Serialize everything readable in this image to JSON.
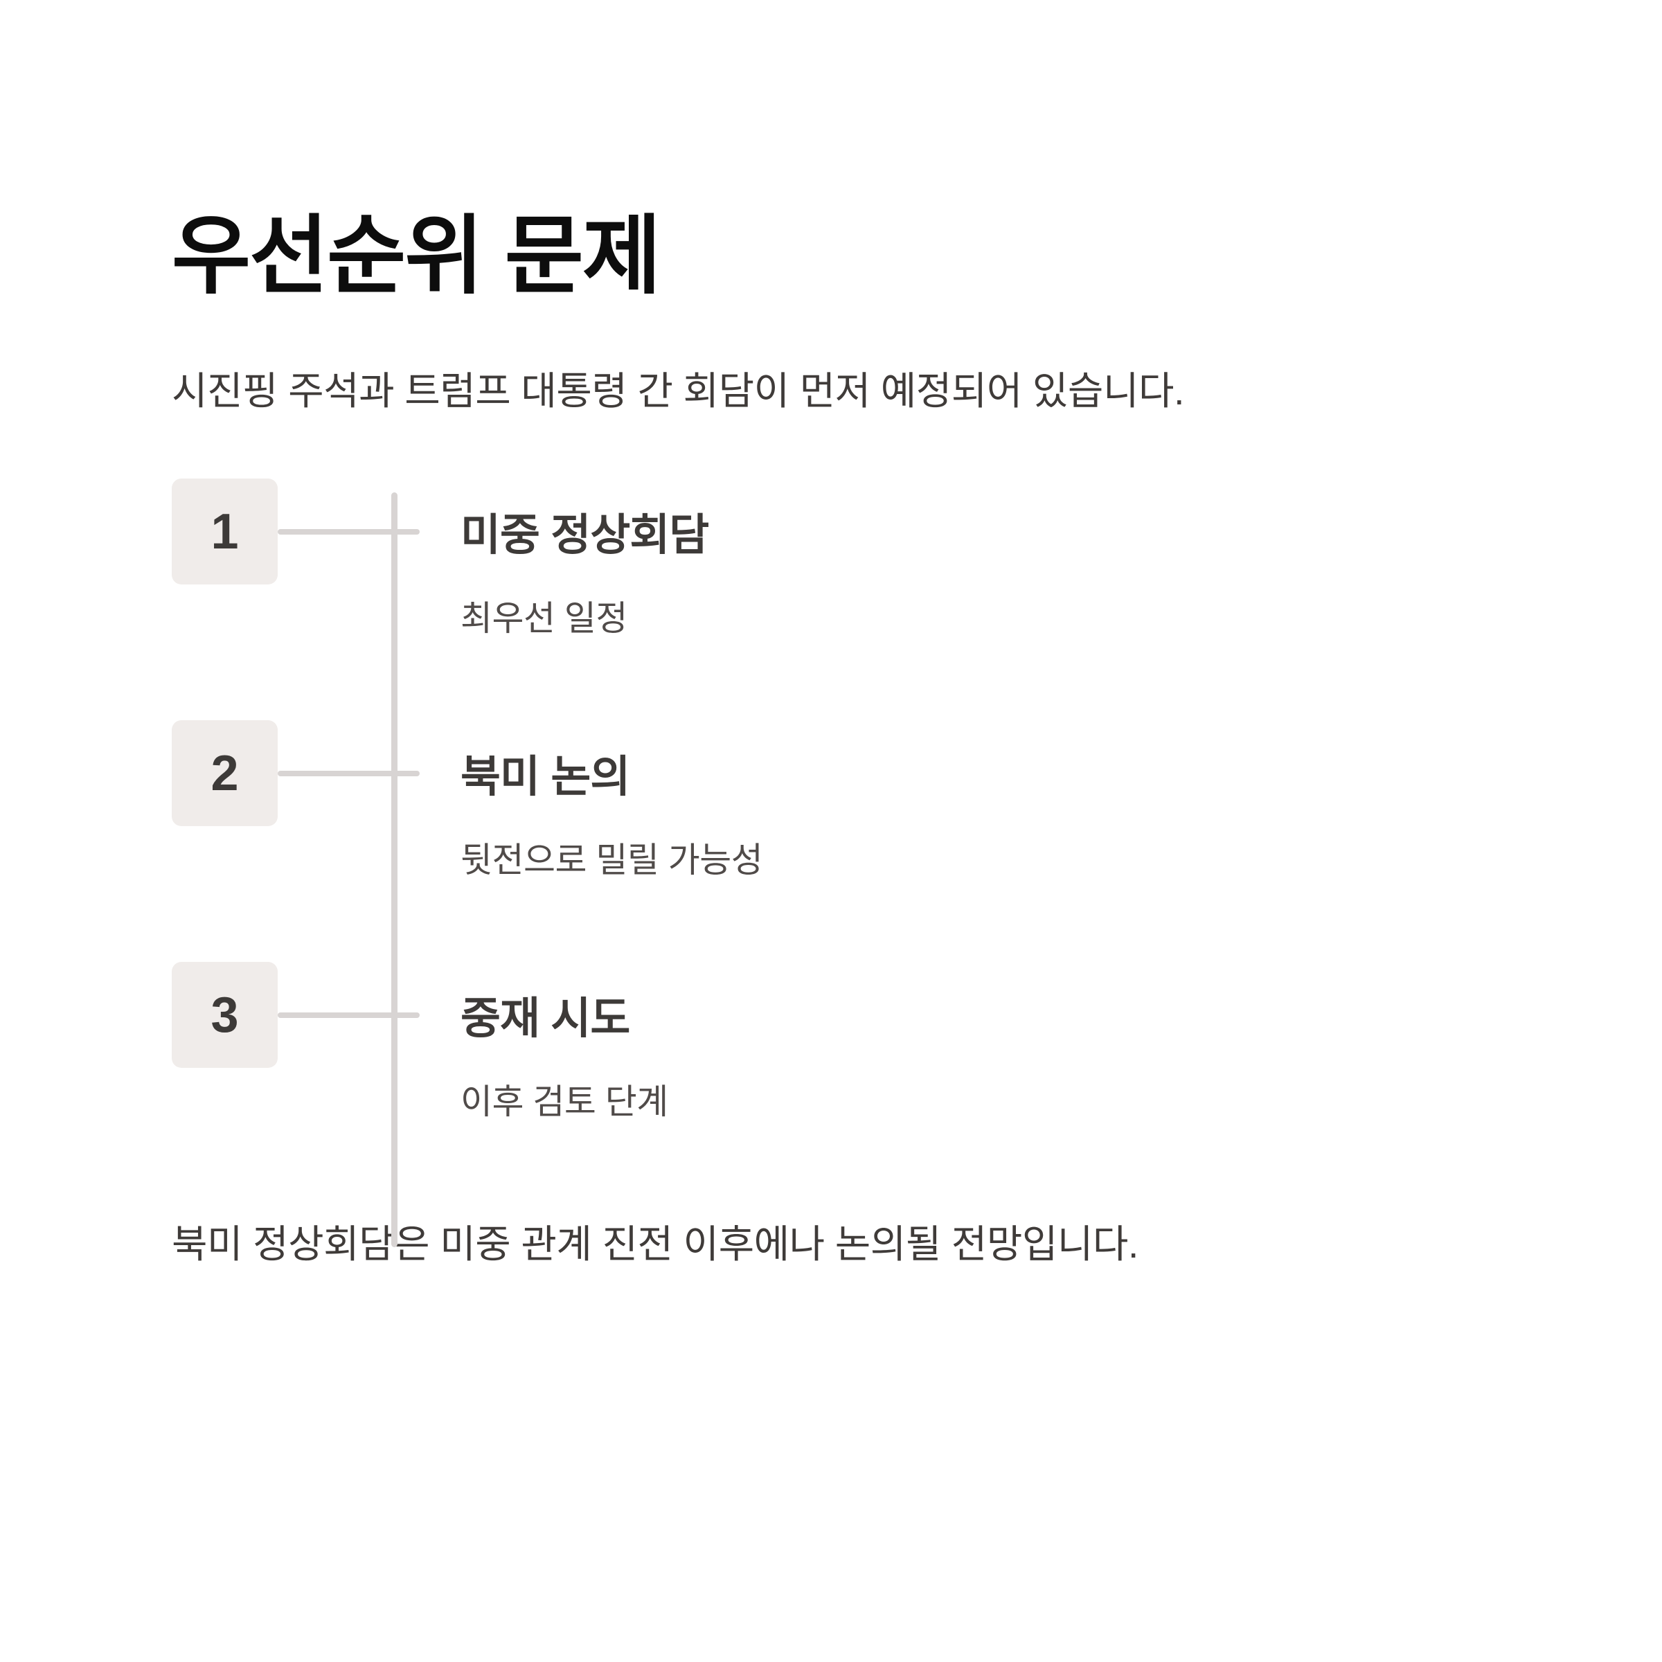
{
  "meta": {
    "background_color": "#ffffff",
    "heading_color": "#0d0d0d",
    "body_text_color": "#3f3b39",
    "accent_surface_color": "#f0ecea",
    "line_color": "#d8d4d3",
    "number_color": "#3d3a38"
  },
  "header": {
    "title": "우선순위 문제",
    "subtitle": "시진핑 주석과 트럼프 대통령 간 회담이 먼저 예정되어 있습니다."
  },
  "timeline": {
    "items": [
      {
        "number": "1",
        "title": "미중 정상회담",
        "description": "최우선 일정"
      },
      {
        "number": "2",
        "title": "북미 논의",
        "description": "뒷전으로 밀릴 가능성"
      },
      {
        "number": "3",
        "title": "중재 시도",
        "description": "이후 검토 단계"
      }
    ]
  },
  "footer": {
    "note": "북미 정상회담은 미중 관계 진전 이후에나 논의될 전망입니다."
  }
}
